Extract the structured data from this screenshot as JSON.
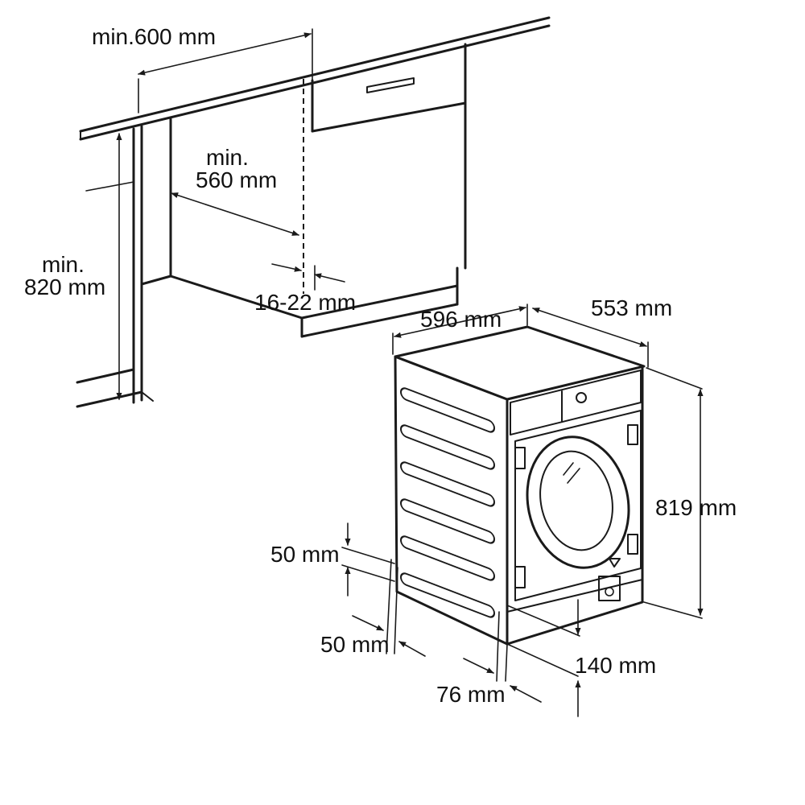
{
  "labels": {
    "cabinet_width": "min.600 mm",
    "cabinet_depth_line1": "min.",
    "cabinet_depth_line2": "560 mm",
    "cabinet_height_line1": "min.",
    "cabinet_height_line2": "820 mm",
    "door_gap": "16-22 mm",
    "machine_width": "596 mm",
    "machine_depth": "553 mm",
    "machine_height": "819 mm",
    "foot_height": "50 mm",
    "foot_side_offset": "50 mm",
    "foot_front_offset": "76 mm",
    "plinth_depth": "140 mm"
  },
  "colors": {
    "line": "#1a1a1a",
    "background": "#ffffff"
  }
}
